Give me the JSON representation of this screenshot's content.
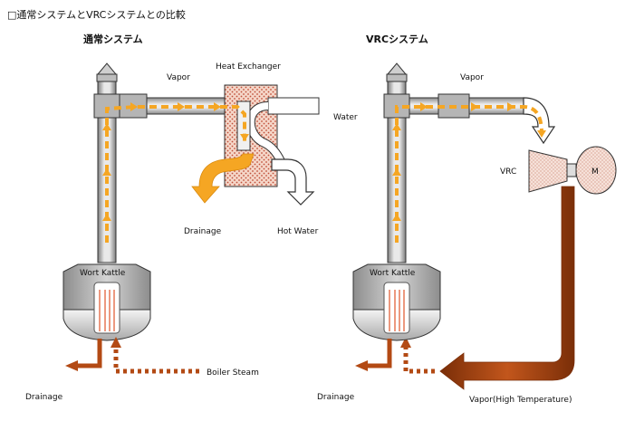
{
  "page": {
    "title": "□通常システムとVRCシステムとの比較"
  },
  "colors": {
    "vapor_arrow": "#f5a623",
    "steam_arrow": "#b34a14",
    "hot_steam": "#b34a14",
    "pipe_light": "#e4e4e4",
    "pipe_dark": "#8c8c8c",
    "kettle": "#b0b0b0",
    "exchanger": "#f2c9b8",
    "exchanger_dots": "#c0503a",
    "heater_line": "#e0552a"
  },
  "left_system": {
    "title": "通常システム",
    "labels": {
      "vapor": "Vapor",
      "heat_exchanger": "Heat Exchanger",
      "water": "Water",
      "drainage_top": "Drainage",
      "hot_water": "Hot Water",
      "kettle": "Wort Kattle",
      "boiler_steam": "Boiler Steam",
      "drainage_bottom": "Drainage"
    }
  },
  "right_system": {
    "title": "VRCシステム",
    "labels": {
      "vapor": "Vapor",
      "vrc": "VRC",
      "motor": "M",
      "kettle": "Wort Kattle",
      "drainage_bottom": "Drainage",
      "vapor_high_temp": "Vapor(High Temperature)"
    }
  }
}
